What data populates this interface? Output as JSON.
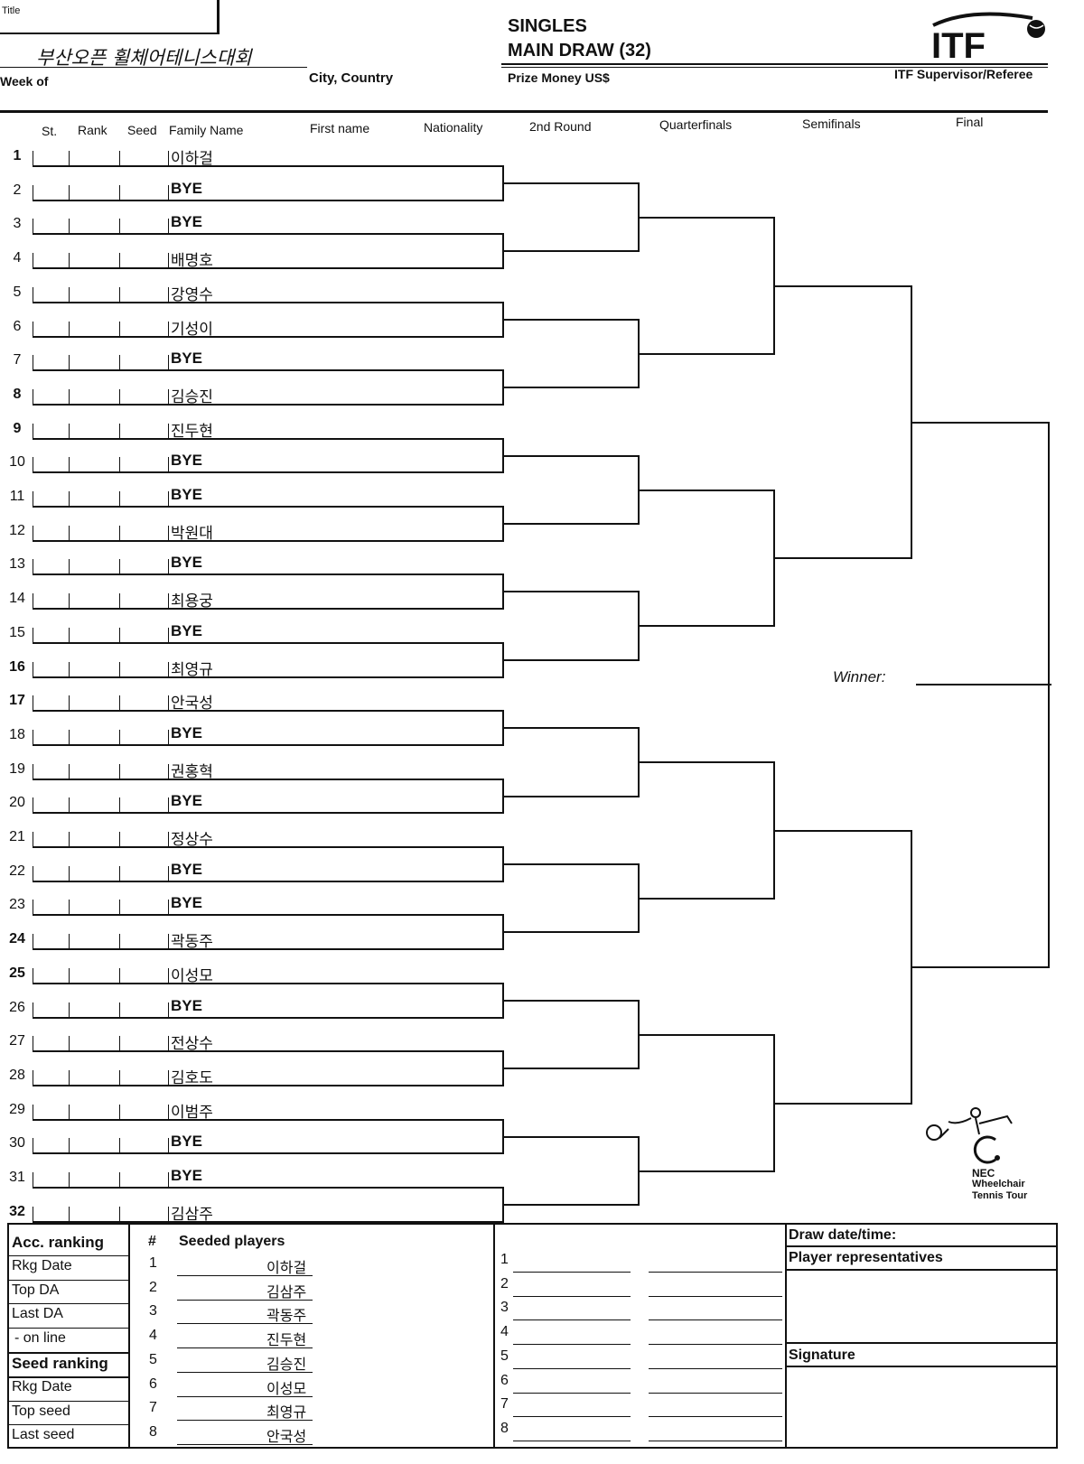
{
  "header": {
    "title_label": "Title",
    "event_name": "부산오픈 휠체어테니스대회",
    "week_of_label": "Week of",
    "city_country_label": "City, Country",
    "draw_type_line1": "SINGLES",
    "draw_type_line2": "MAIN DRAW (32)",
    "prize_money_label": "Prize Money US$",
    "supervisor_label": "ITF Supervisor/Referee",
    "logo_text": "ITF"
  },
  "columns": {
    "st": "St.",
    "rank": "Rank",
    "seed": "Seed",
    "family_name": "Family Name",
    "first_name": "First name",
    "nationality": "Nationality",
    "round2": "2nd Round",
    "quarterfinals": "Quarterfinals",
    "semifinals": "Semifinals",
    "final": "Final"
  },
  "draw": [
    {
      "no": "1",
      "name": "이하걸",
      "seeded": true,
      "bye": false
    },
    {
      "no": "2",
      "name": "BYE",
      "seeded": false,
      "bye": true
    },
    {
      "no": "3",
      "name": "BYE",
      "seeded": false,
      "bye": true
    },
    {
      "no": "4",
      "name": "배명호",
      "seeded": false,
      "bye": false
    },
    {
      "no": "5",
      "name": "강영수",
      "seeded": false,
      "bye": false
    },
    {
      "no": "6",
      "name": "기성이",
      "seeded": false,
      "bye": false
    },
    {
      "no": "7",
      "name": "BYE",
      "seeded": false,
      "bye": true
    },
    {
      "no": "8",
      "name": "김승진",
      "seeded": true,
      "bye": false
    },
    {
      "no": "9",
      "name": "진두현",
      "seeded": true,
      "bye": false
    },
    {
      "no": "10",
      "name": "BYE",
      "seeded": false,
      "bye": true
    },
    {
      "no": "11",
      "name": "BYE",
      "seeded": false,
      "bye": true
    },
    {
      "no": "12",
      "name": "박원대",
      "seeded": false,
      "bye": false
    },
    {
      "no": "13",
      "name": "BYE",
      "seeded": false,
      "bye": true
    },
    {
      "no": "14",
      "name": "최용궁",
      "seeded": false,
      "bye": false
    },
    {
      "no": "15",
      "name": "BYE",
      "seeded": false,
      "bye": true
    },
    {
      "no": "16",
      "name": "최영규",
      "seeded": true,
      "bye": false
    },
    {
      "no": "17",
      "name": "안국성",
      "seeded": true,
      "bye": false
    },
    {
      "no": "18",
      "name": "BYE",
      "seeded": false,
      "bye": true
    },
    {
      "no": "19",
      "name": "권홍혁",
      "seeded": false,
      "bye": false
    },
    {
      "no": "20",
      "name": "BYE",
      "seeded": false,
      "bye": true
    },
    {
      "no": "21",
      "name": "정상수",
      "seeded": false,
      "bye": false
    },
    {
      "no": "22",
      "name": "BYE",
      "seeded": false,
      "bye": true
    },
    {
      "no": "23",
      "name": "BYE",
      "seeded": false,
      "bye": true
    },
    {
      "no": "24",
      "name": "곽동주",
      "seeded": true,
      "bye": false
    },
    {
      "no": "25",
      "name": "이성모",
      "seeded": true,
      "bye": false
    },
    {
      "no": "26",
      "name": "BYE",
      "seeded": false,
      "bye": true
    },
    {
      "no": "27",
      "name": "전상수",
      "seeded": false,
      "bye": false
    },
    {
      "no": "28",
      "name": "김호도",
      "seeded": false,
      "bye": false
    },
    {
      "no": "29",
      "name": "이범주",
      "seeded": false,
      "bye": false
    },
    {
      "no": "30",
      "name": "BYE",
      "seeded": false,
      "bye": true
    },
    {
      "no": "31",
      "name": "BYE",
      "seeded": false,
      "bye": true
    },
    {
      "no": "32",
      "name": "김삼주",
      "seeded": true,
      "bye": false
    }
  ],
  "winner_label": "Winner:",
  "sponsor": {
    "line1": "NEC",
    "line2": "Wheelchair",
    "line3": "Tennis Tour"
  },
  "footer": {
    "acc_ranking": "Acc. ranking",
    "rkg_date": "Rkg Date",
    "top_da": "Top DA",
    "last_da": "Last DA",
    "on_line": "- on line",
    "seed_ranking": "Seed ranking",
    "rkg_date2": "Rkg Date",
    "top_seed": "Top seed",
    "last_seed": "Last seed",
    "hash": "#",
    "seeded_players_label": "Seeded players",
    "seeded_players": [
      {
        "n": "1",
        "name": "이하걸"
      },
      {
        "n": "2",
        "name": "김삼주"
      },
      {
        "n": "3",
        "name": "곽동주"
      },
      {
        "n": "4",
        "name": "진두현"
      },
      {
        "n": "5",
        "name": "김승진"
      },
      {
        "n": "6",
        "name": "이성모"
      },
      {
        "n": "7",
        "name": "최영규"
      },
      {
        "n": "8",
        "name": "안국성"
      }
    ],
    "lucky_numbers": [
      "1",
      "2",
      "3",
      "4",
      "5",
      "6",
      "7",
      "8"
    ],
    "draw_datetime_label": "Draw date/time:",
    "player_reps_label": "Player representatives",
    "signature_label": "Signature"
  }
}
